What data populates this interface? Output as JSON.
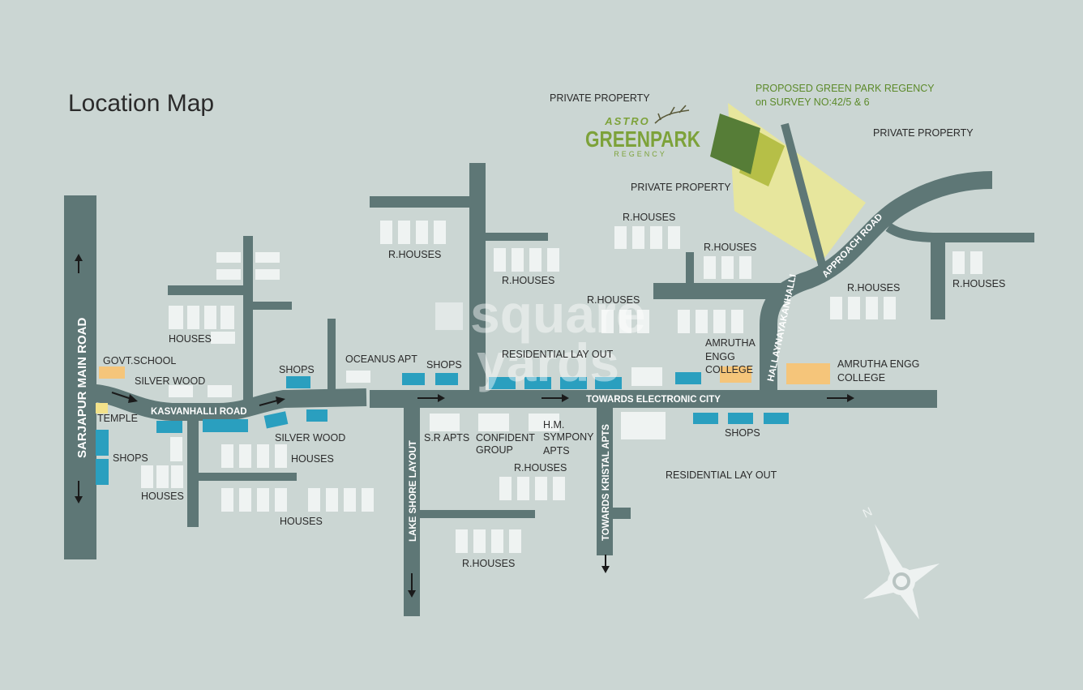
{
  "title": "Location Map",
  "logo": {
    "line1": "ASTRO",
    "line2": "GREENPARK",
    "line3": "REGENCY"
  },
  "watermark": {
    "line1": "square",
    "line2": "yards"
  },
  "colors": {
    "background": "#cbd6d3",
    "road": "#5e7776",
    "building": "#eff3f2",
    "shops": "#2a9fbf",
    "college": "#f5c57a",
    "plot_light": "#e7e69d",
    "plot_mid": "#b6bf47",
    "plot_dark": "#567d37",
    "accent_text": "#5c8a2a"
  },
  "roads": {
    "sarjapur": "SARJAPUR MAIN ROAD",
    "kasvanhalli": "KASVANHALLI  ROAD",
    "electronic_city": "TOWARDS ELECTRONIC CITY",
    "lake_shore": "LAKE SHORE LAYOUT",
    "kristal": "TOWARDS KRISTAL APTS",
    "hallaynayakanhalli": "HALLAYNAYAKANHALLI",
    "approach": "APPROACH ROAD"
  },
  "labels": {
    "proposed_1": "PROPOSED GREEN PARK REGENCY",
    "proposed_2": "on SURVEY NO:42/5 & 6",
    "private_1": "PRIVATE PROPERTY",
    "private_2": "PRIVATE PROPERTY",
    "private_3": "PRIVATE PROPERTY",
    "rhouses_1": "R.HOUSES",
    "rhouses_2": "R.HOUSES",
    "rhouses_3": "R.HOUSES",
    "rhouses_4": "R.HOUSES",
    "rhouses_5": "R.HOUSES",
    "rhouses_6": "R.HOUSES",
    "rhouses_7": "R.HOUSES",
    "rhouses_8": "R.HOUSES",
    "rhouses_9": "R.HOUSES",
    "houses_1": "HOUSES",
    "houses_2": "HOUSES",
    "houses_3": "HOUSES",
    "houses_4": "HOUSES",
    "govt_school": "GOVT.SCHOOL",
    "silver_wood_1": "SILVER WOOD",
    "silver_wood_2": "SILVER WOOD",
    "temple": "TEMPLE",
    "shops_1": "SHOPS",
    "shops_2": "SHOPS",
    "shops_3": "SHOPS",
    "shops_4": "SHOPS",
    "oceanus": "OCEANUS APT",
    "residential_1": "RESIDENTIAL LAY OUT",
    "residential_2": "RESIDENTIAL LAY OUT",
    "amrutha_1a": "AMRUTHA",
    "amrutha_1b": "ENGG",
    "amrutha_1c": "COLLEGE",
    "amrutha_2a": "AMRUTHA ENGG",
    "amrutha_2b": "COLLEGE",
    "sr_apts": "S.R APTS",
    "confident_1": "CONFIDENT",
    "confident_2": "GROUP",
    "hm_1": "H.M.",
    "hm_2": "SYMPONY",
    "hm_3": "APTS",
    "compass_n": "N"
  }
}
